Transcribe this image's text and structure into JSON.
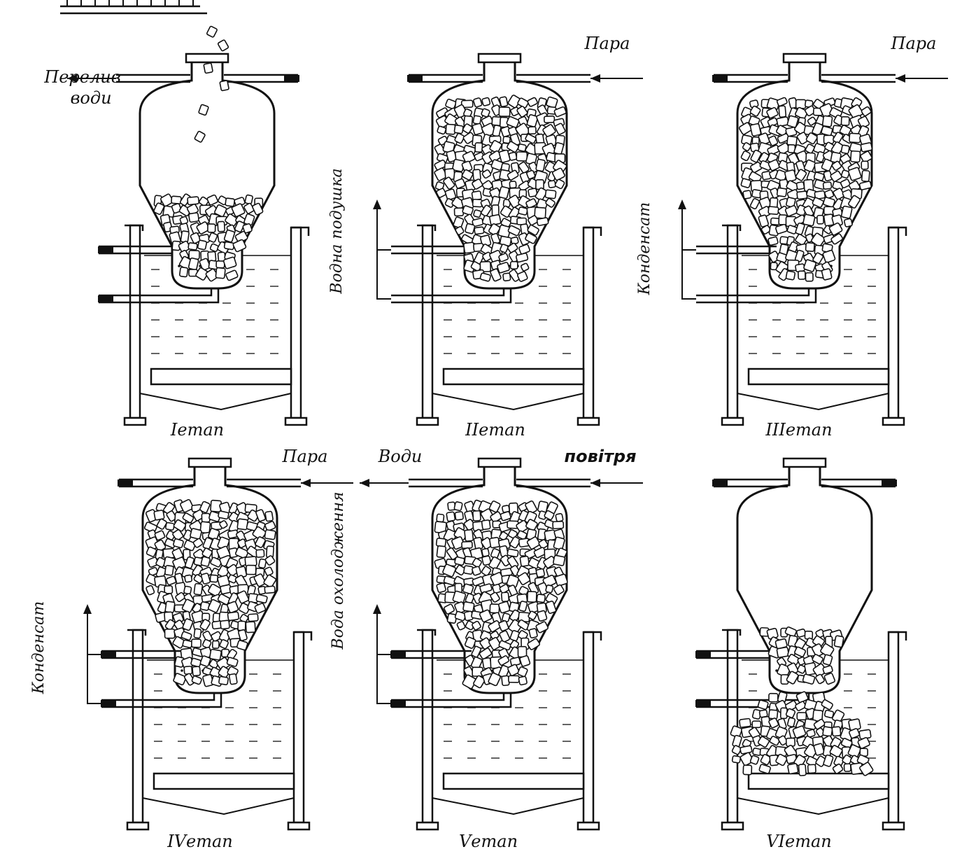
{
  "figure": {
    "stage_captions": [
      "Іетап",
      "ІІетап",
      "ІІІетап",
      "IVетап",
      "Vетап",
      "VIетап"
    ],
    "labels": {
      "overflow_line1": "Перелив",
      "overflow_line2": "води",
      "steam": "Пара",
      "water_cushion": "Водна подушка",
      "condensate": "Конденсат",
      "water": "Води",
      "air": "повітря",
      "cooling_water": "Вода охолодження"
    }
  },
  "colors": {
    "ink": "#111111",
    "paper": "#ffffff"
  }
}
